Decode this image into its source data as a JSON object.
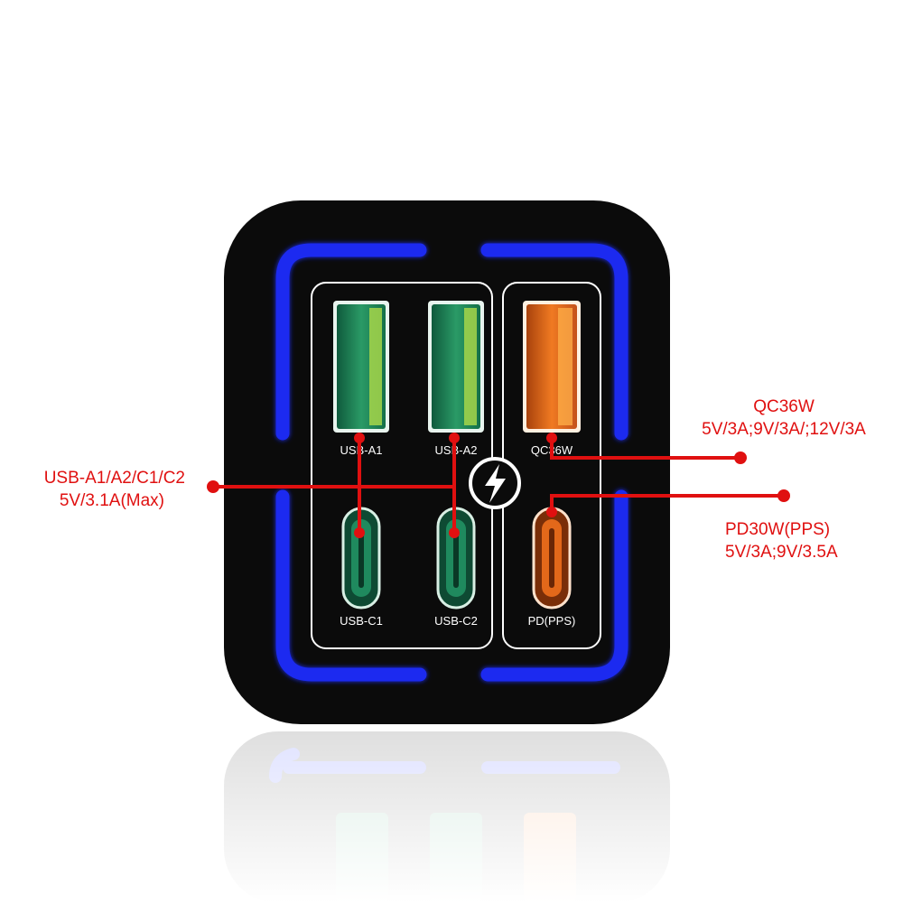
{
  "ports": {
    "usb_a1": "USB-A1",
    "usb_a2": "USB-A2",
    "qc": "QC36W",
    "usb_c1": "USB-C1",
    "usb_c2": "USB-C2",
    "pd": "PD(PPS)"
  },
  "callouts": {
    "left_line1": "USB-A1/A2/C1/C2",
    "left_line2": "5V/3.1A(Max)",
    "qc_line1": "QC36W",
    "qc_line2": "5V/3A;9V/3A/;12V/3A",
    "pd_line1": "PD30W(PPS)",
    "pd_line2": "5V/3A;9V/3.5A"
  },
  "colors": {
    "body": "#0b0b0b",
    "led_blue": "#1a2cf0",
    "green_port": "#1f8a5e",
    "orange_port": "#e3681a",
    "callout_red": "#e01010"
  },
  "icons": {
    "center": "lightning-bolt-icon"
  }
}
